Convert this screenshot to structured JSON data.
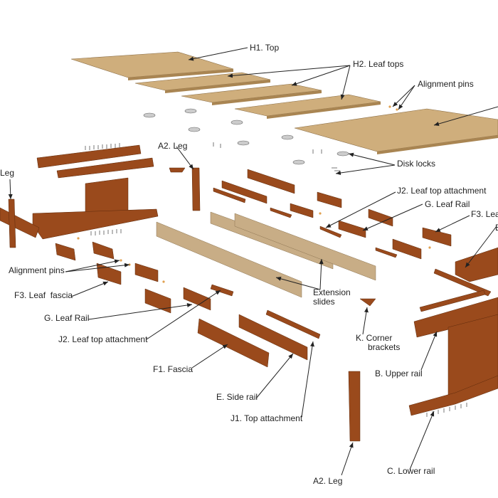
{
  "labels": {
    "h1_top": "H1. Top",
    "h2_leaf_tops": "H2. Leaf tops",
    "alignment_pins_top": "Alignment pins",
    "a2_leg_top": "A2. Leg",
    "disk_locks": "Disk locks",
    "leg_left": "Leg",
    "j2_right": "J2. Leaf top attachment",
    "g_rail_right": "G. Leaf Rail",
    "f3_right": "F3. Lea",
    "b_right": "B",
    "alignment_pins_left": "Alignment pins",
    "f3_left": "F3. Leaf  fascia",
    "extension_slides_1": "Extension",
    "extension_slides_2": "slides",
    "g_rail_left": "G. Leaf Rail",
    "j2_left": "J2. Leaf top attachment",
    "k_corner_1": "K. Corner",
    "k_corner_2": "brackets",
    "f1_fascia": "F1. Fascia",
    "b_upper_rail": "B. Upper rail",
    "e_side_rail": "E. Side rail",
    "j1_top_attachment": "J1. Top attachment",
    "c_lower_rail": "C. Lower rail",
    "a2_leg_bottom": "A2. Leg"
  },
  "colors": {
    "wood_top": "#cfae7c",
    "wood_rail": "#9a4a1c",
    "slide": "#c8ad86"
  }
}
